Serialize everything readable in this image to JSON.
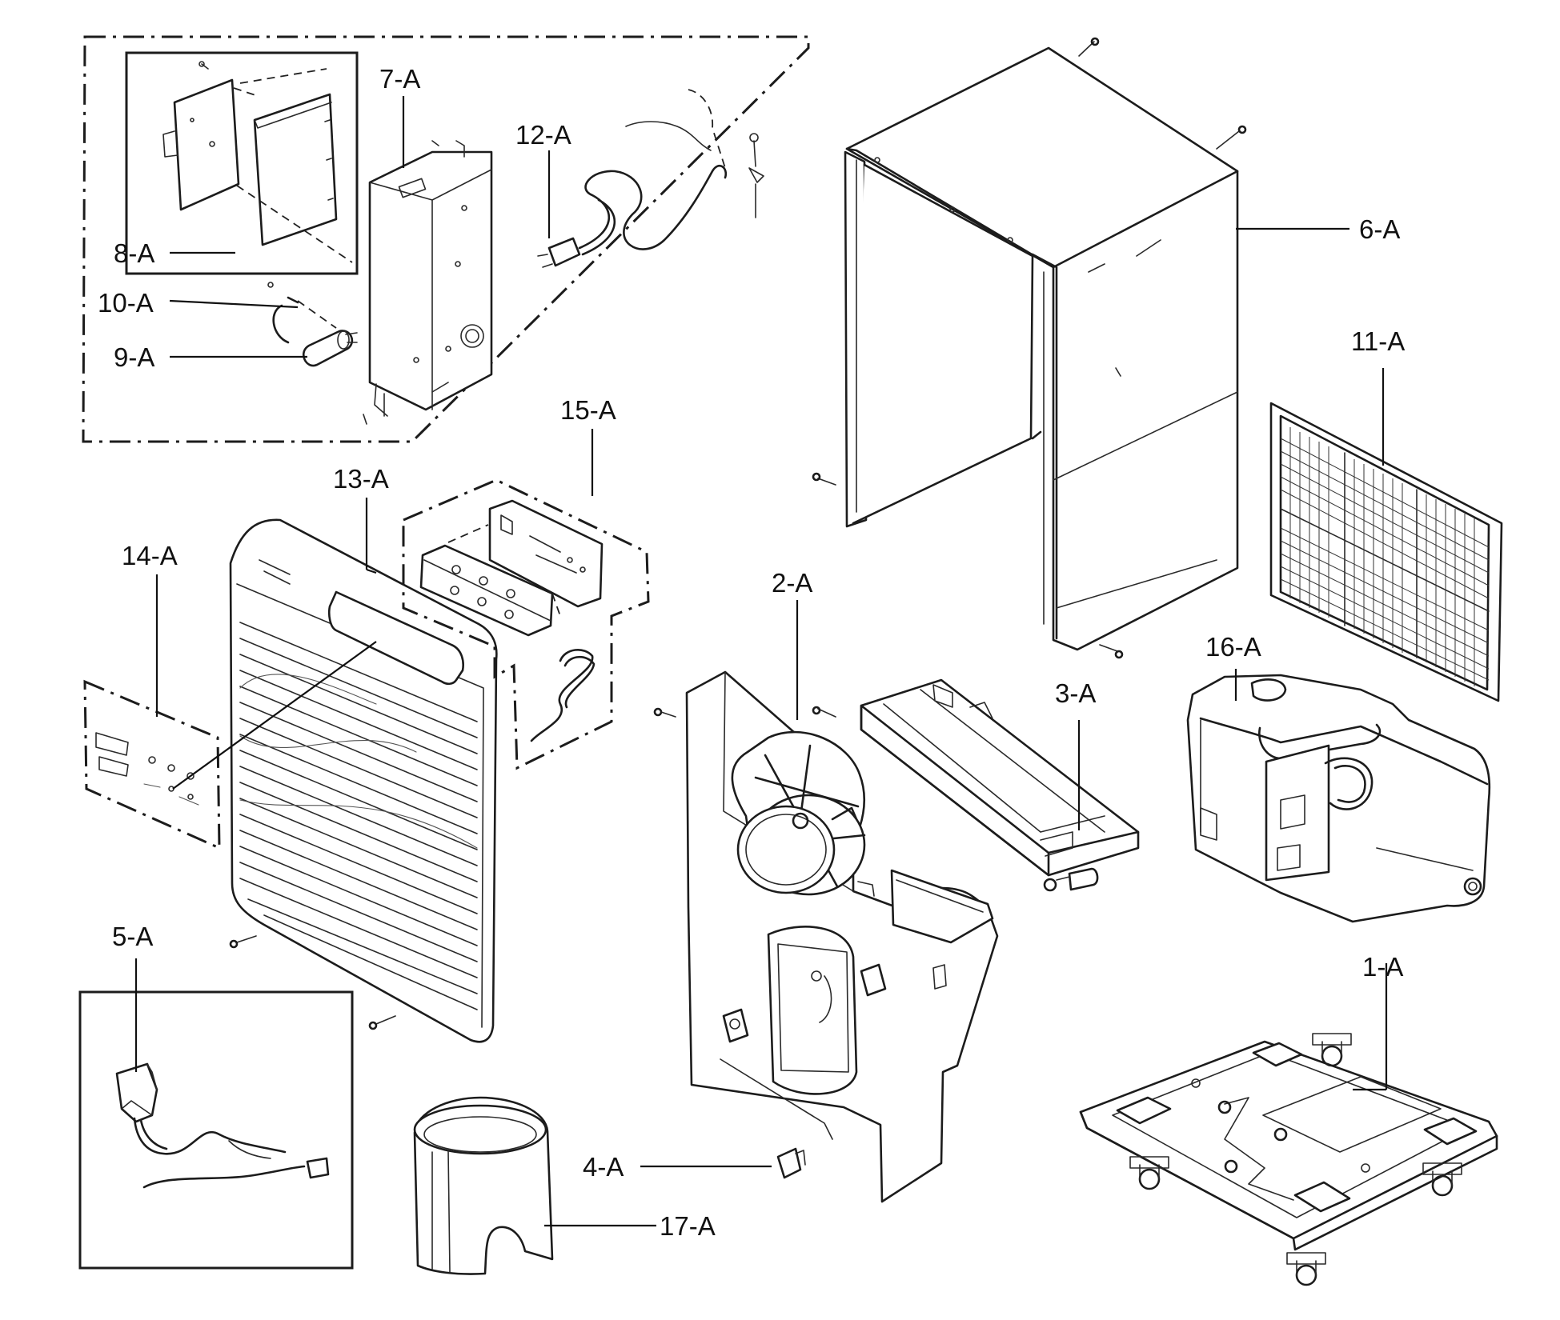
{
  "callouts": {
    "p1": "1-A",
    "p2": "2-A",
    "p3": "3-A",
    "p4": "4-A",
    "p5": "5-A",
    "p6": "6-A",
    "p7": "7-A",
    "p8": "8-A",
    "p9": "9-A",
    "p10": "10-A",
    "p11": "11-A",
    "p12": "12-A",
    "p13": "13-A",
    "p14": "14-A",
    "p15": "15-A",
    "p16": "16-A",
    "p17": "17-A"
  },
  "colors": {
    "ink": "#1c1c1c",
    "paper": "#ffffff"
  }
}
